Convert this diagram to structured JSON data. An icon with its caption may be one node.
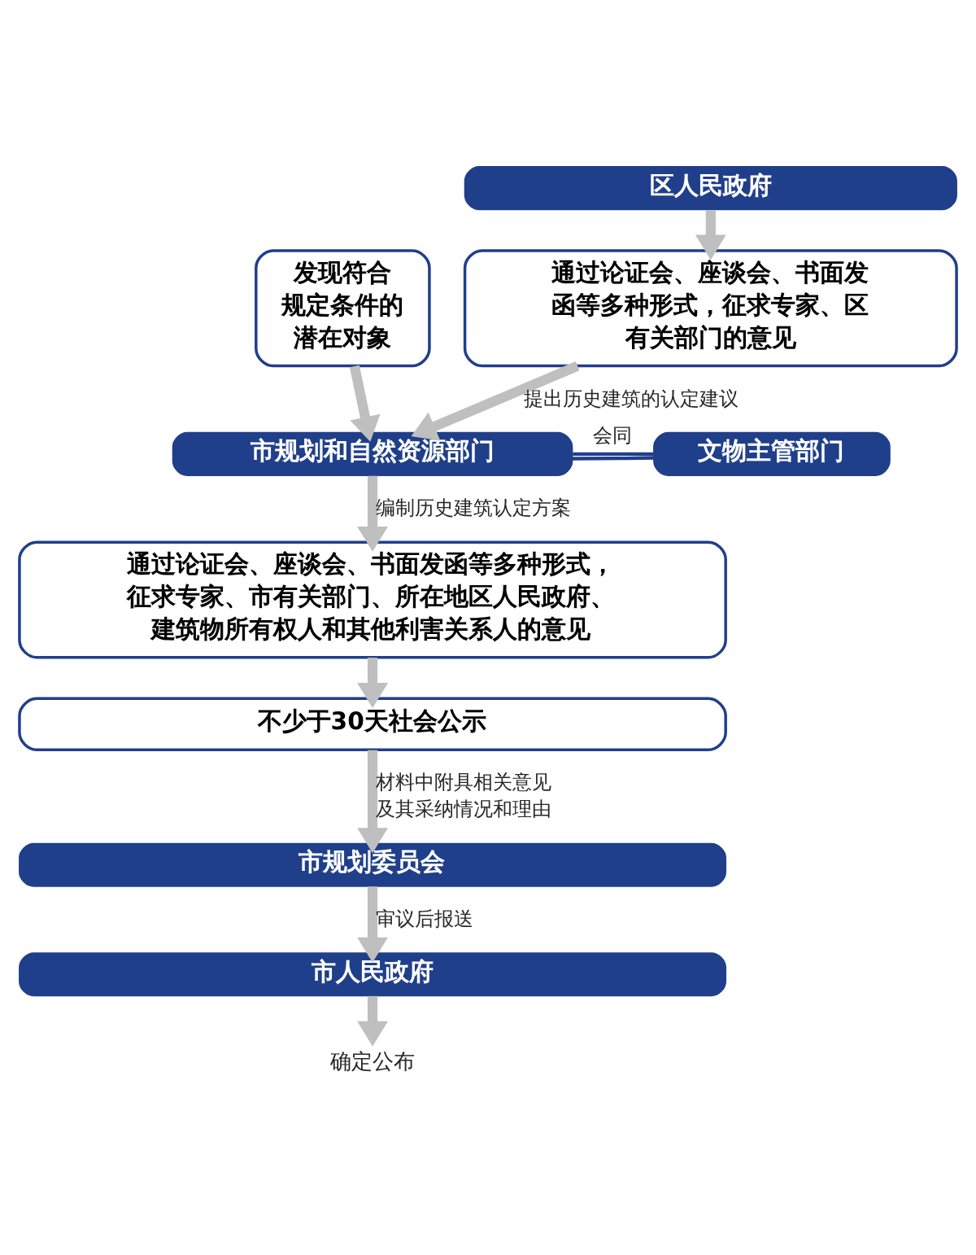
{
  "diagram": {
    "nodes": [
      {
        "text": [
          "发现符合规定条件的潜在对象"
        ]
      },
      {
        "text": [
          "区人民政府"
        ]
      },
      {
        "text": [
          "通过论证会、座谈会、书面发函等多种形式，征求专家、区有关部门的意见"
        ]
      },
      {
        "text": [
          "市规划和自然资源部门"
        ]
      },
      {
        "text": [
          "文物主管部门"
        ]
      },
      {
        "text": [
          "通过论证会、座谈会、书面发函等多种形式，征求专家、市有关部门、所在地区人民政府、建筑物所有权人和其他利害关系人的意见"
        ]
      },
      {
        "text": [
          "不少于30天社会公示"
        ]
      },
      {
        "text": [
          "市规划委员会"
        ]
      },
      {
        "text": [
          "市人民政府"
        ]
      },
      {
        "text": [
          "确定公布"
        ]
      }
    ],
    "edges": [
      {
        "from": 1,
        "to": 2,
        "arrow": "to"
      },
      {
        "from": 0,
        "to": 3,
        "arrow": "to"
      },
      {
        "from": 2,
        "to": 3,
        "arrow": "to",
        "label": "提出历史建筑的认定建议"
      },
      {
        "from": 3,
        "to": 4,
        "arrow": "none",
        "color": "#203f8a"
      },
      {
        "from": 3,
        "to": 4,
        "arrow": "none",
        "color": "#203f8a",
        "label": "会同"
      },
      {
        "from": 3,
        "to": 5,
        "arrow": "to",
        "label": "编制历史建筑认定方案"
      },
      {
        "from": 5,
        "to": 6,
        "arrow": "to"
      },
      {
        "from": 6,
        "to": 7,
        "arrow": "to",
        "label": "材料中附具相关意见及其采纳情况和理由"
      },
      {
        "from": 7,
        "to": 8,
        "arrow": "to",
        "label": "审议后报送"
      },
      {
        "from": 8,
        "to": 9,
        "arrow": "to"
      }
    ]
  }
}
